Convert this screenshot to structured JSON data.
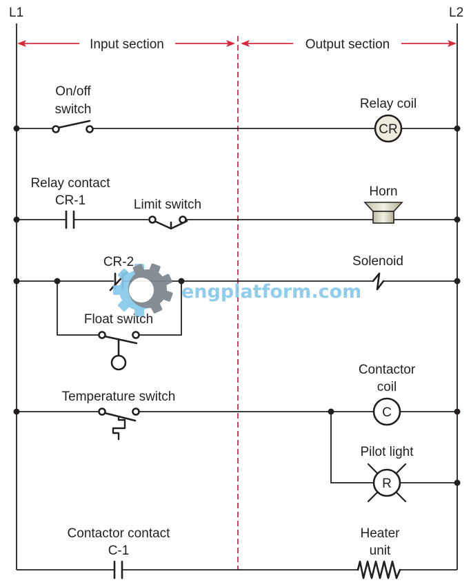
{
  "diagram": {
    "type": "ladder-logic",
    "rails": {
      "left": "L1",
      "right": "L2"
    },
    "sections": {
      "input": "Input section",
      "output": "Output section"
    },
    "colors": {
      "line": "#231f20",
      "section_marker": "#d7263d",
      "relay_coil_fill": "#eeeadc",
      "horn_fill": "#d8d4bf",
      "watermark_blue": "#87c8ea",
      "watermark_gray": "#7d848d"
    },
    "rungs": [
      {
        "id": 1,
        "inputs": [
          {
            "label_lines": [
              "On/off",
              "switch"
            ],
            "symbol": "switch-normally-open"
          }
        ],
        "outputs": [
          {
            "label_lines": [
              "Relay coil"
            ],
            "symbol": "coil",
            "tag": "CR"
          }
        ]
      },
      {
        "id": 2,
        "inputs": [
          {
            "label_lines": [
              "Relay contact",
              "CR-1"
            ],
            "symbol": "contact-normally-open"
          },
          {
            "label_lines": [
              "Limit switch"
            ],
            "symbol": "limit-switch-normally-open"
          }
        ],
        "outputs": [
          {
            "label_lines": [
              "Horn"
            ],
            "symbol": "horn"
          }
        ]
      },
      {
        "id": 3,
        "inputs": [
          {
            "label_lines": [
              "CR-2"
            ],
            "symbol": "contact-normally-closed"
          },
          {
            "label_lines": [
              "Float switch"
            ],
            "symbol": "float-switch-normally-open",
            "parallel": true
          }
        ],
        "outputs": [
          {
            "label_lines": [
              "Solenoid"
            ],
            "symbol": "solenoid"
          }
        ]
      },
      {
        "id": 4,
        "inputs": [
          {
            "label_lines": [
              "Temperature switch"
            ],
            "symbol": "temperature-switch-normally-open"
          }
        ],
        "outputs": [
          {
            "label_lines": [
              "Contactor",
              "coil"
            ],
            "symbol": "coil",
            "tag": "C"
          },
          {
            "label_lines": [
              "Pilot light"
            ],
            "symbol": "pilot-light",
            "tag": "R",
            "parallel": true
          }
        ]
      },
      {
        "id": 5,
        "inputs": [
          {
            "label_lines": [
              "Contactor contact",
              "C-1"
            ],
            "symbol": "contact-normally-open"
          }
        ],
        "outputs": [
          {
            "label_lines": [
              "Heater",
              "unit"
            ],
            "symbol": "resistor-heater"
          }
        ]
      }
    ]
  },
  "watermark": {
    "text": "engplatform.com",
    "icon": "gear-icon"
  }
}
